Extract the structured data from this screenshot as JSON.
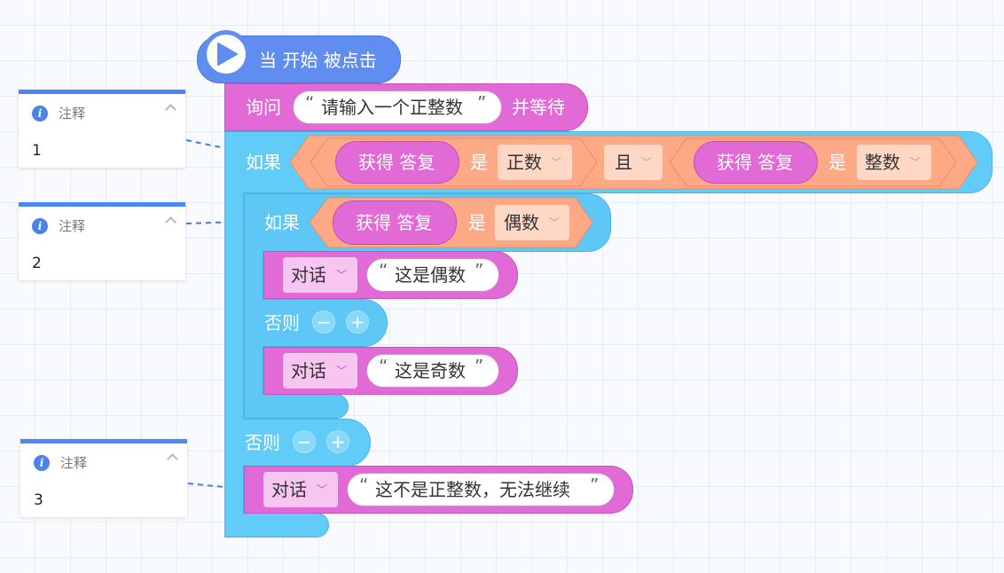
{
  "hat": {
    "label": "当 开始 被点击"
  },
  "ask": {
    "prefix": "询问",
    "prompt": "请输入一个正整数",
    "suffix": "并等待"
  },
  "if_outer": {
    "label": "如果",
    "cond_left": {
      "getter": "获得 答复",
      "is": "是",
      "value": "正数"
    },
    "logic": "且",
    "cond_right": {
      "getter": "获得 答复",
      "is": "是",
      "value": "整数"
    }
  },
  "if_inner": {
    "label": "如果",
    "cond": {
      "getter": "获得 答复",
      "is": "是",
      "value": "偶数"
    },
    "say_then": {
      "type": "对话",
      "text": "这是偶数"
    },
    "else_label": "否则",
    "say_else": {
      "type": "对话",
      "text": "这是奇数"
    }
  },
  "else_outer": {
    "label": "否则",
    "say": {
      "type": "对话",
      "text": "这不是正整数，无法继续"
    }
  },
  "buttons": {
    "minus": "−",
    "plus": "+"
  },
  "quotes": {
    "open": "“",
    "close": "”"
  },
  "comments": [
    {
      "title": "注释",
      "body": "1"
    },
    {
      "title": "注释",
      "body": "2"
    },
    {
      "title": "注释",
      "body": "3"
    }
  ]
}
